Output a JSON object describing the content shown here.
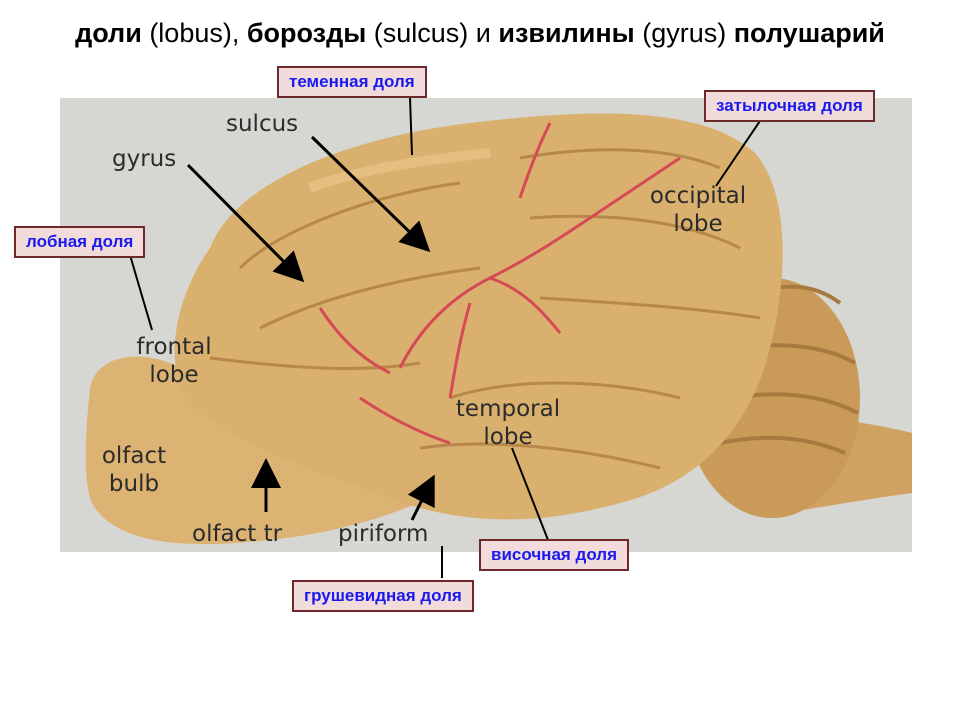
{
  "title": {
    "part1_bold": "доли",
    "part1_normal": " (lobus),  ",
    "part2_bold": "борозды",
    "part2_normal": " (sulcus) и ",
    "part3_bold": "извилины",
    "part3_normal": " (gyrus) ",
    "part4_bold": "полушарий"
  },
  "russian_labels": {
    "parietal": "теменная доля",
    "occipital": "затылочная доля",
    "frontal": "лобная доля",
    "temporal": "височная доля",
    "piriform": "грушевидная доля"
  },
  "english_labels": {
    "sulcus": "sulcus",
    "gyrus": "gyrus",
    "occipital_line1": "occipital",
    "occipital_line2": "lobe",
    "frontal_line1": "frontal",
    "frontal_line2": "lobe",
    "temporal_line1": "temporal",
    "temporal_line2": "lobe",
    "olfact_bulb_line1": "olfact",
    "olfact_bulb_line2": "bulb",
    "olfact_tr": "olfact tr",
    "piriform": "piriform"
  },
  "colors": {
    "background_gray": "#d6d6d2",
    "brain_tissue": "#d9b06e",
    "brain_highlight": "#ecca8e",
    "vessel_red": "#d64a55",
    "label_fill": "#f2dcdb",
    "label_border": "#6e2a2a",
    "label_text": "#1a1aee"
  }
}
